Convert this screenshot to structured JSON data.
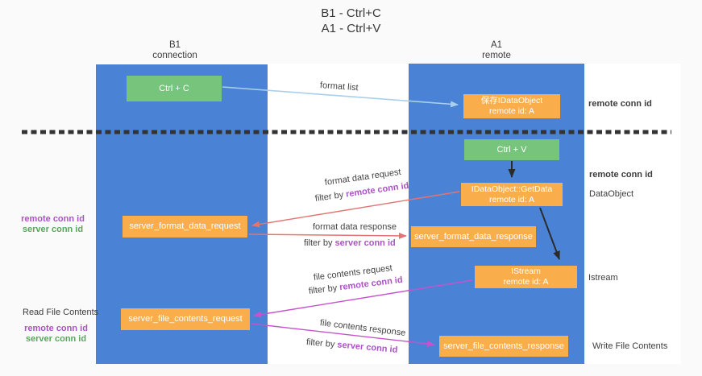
{
  "title": {
    "line1": "B1 - Ctrl+C",
    "line2": "A1 - Ctrl+V"
  },
  "columns": {
    "left": {
      "name": "B1",
      "subtitle": "connection"
    },
    "right": {
      "name": "A1",
      "subtitle": "remote"
    }
  },
  "boxes": {
    "ctrl_c": "Ctrl + C",
    "ctrl_v": "Ctrl + V",
    "save_dataobject": {
      "line1": "保存IDataObject",
      "line2": "remote id: A"
    },
    "getdata": {
      "line1": "IDataObject::GetData",
      "line2": "remote id: A"
    },
    "istream": {
      "line1": "IStream",
      "line2": "remote id: A"
    },
    "server_format_data_request": "server_format_data_request",
    "server_format_data_response": "server_format_data_response",
    "server_file_contents_request": "server_file_contents_request",
    "server_file_contents_response": "server_file_contents_response"
  },
  "flow_labels": {
    "format_list": "format list",
    "format_data_request": "format data request",
    "format_data_response": "format data response",
    "file_contents_request": "file contents request",
    "file_contents_response": "file contents response",
    "filter_by": "filter by",
    "remote_conn_id": "remote conn id",
    "server_conn_id": "server conn id"
  },
  "side_labels": {
    "remote_conn_id": "remote conn id",
    "server_conn_id": "server conn id",
    "dataobject": "DataObject",
    "istream": "Istream",
    "read_file_contents": "Read File Contents",
    "write_file_contents": "Write File Contents"
  },
  "colors": {
    "column_blue": "#4a83d6",
    "box_orange": "#f9ae4b",
    "box_green": "#77c57c",
    "arrow_blue": "#a8cfec",
    "arrow_red": "#e57373",
    "arrow_magenta": "#c653cc",
    "arrow_black": "#2b2b2b",
    "label_purple": "#ab53c6",
    "label_green": "#56a85b",
    "dashed_line": "#333333"
  }
}
